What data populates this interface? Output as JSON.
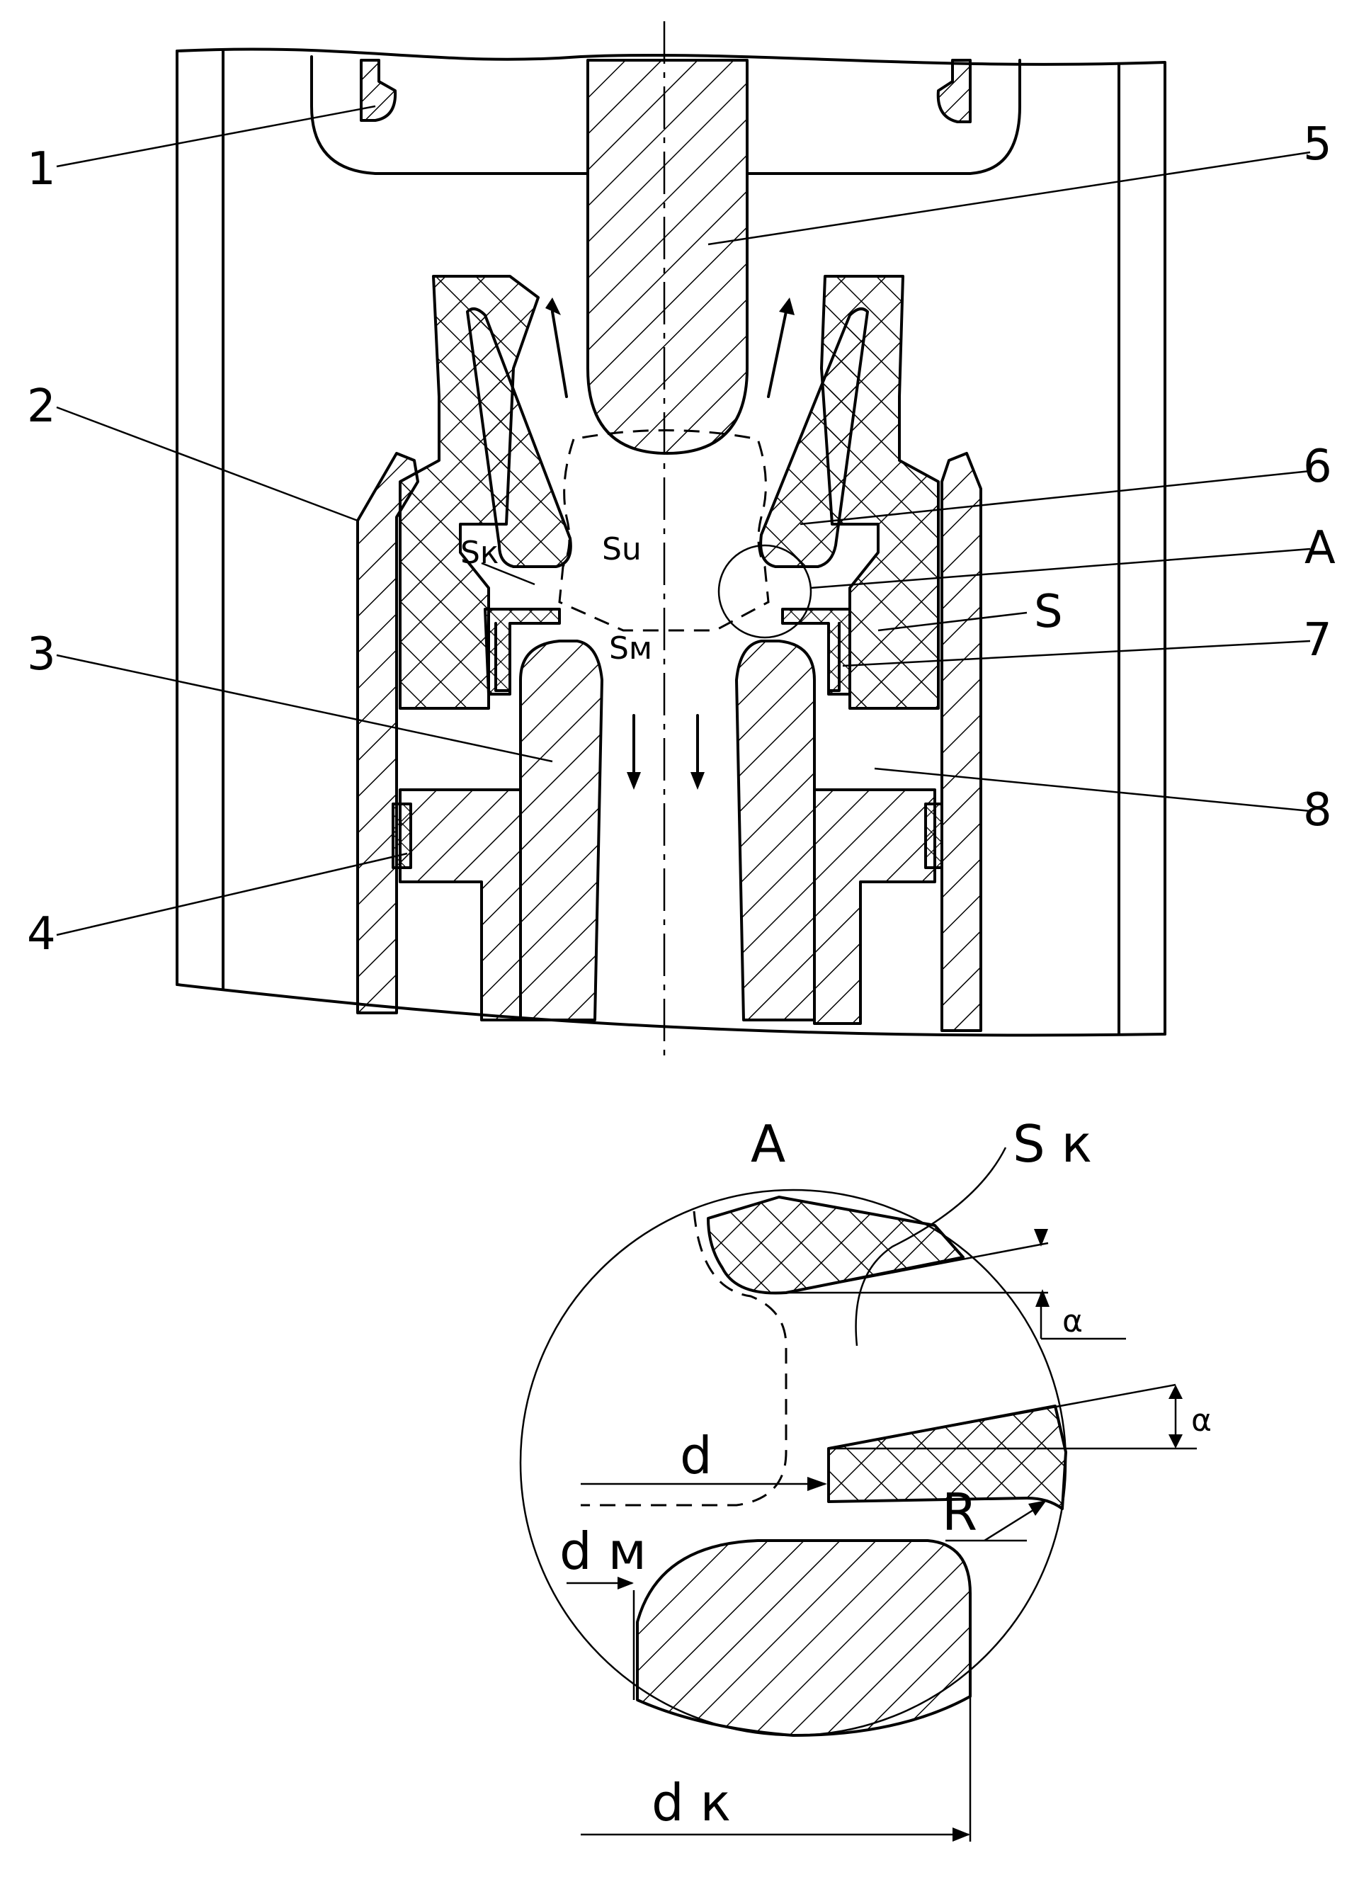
{
  "drawing": {
    "callouts": [
      "1",
      "2",
      "3",
      "4",
      "5",
      "6",
      "7",
      "8",
      "A",
      "S"
    ],
    "gap_labels": {
      "sk_main": "Sк",
      "su": "Su",
      "sm": "Sм"
    },
    "detail": {
      "title": "A",
      "sk": "S к",
      "alpha_top": "α",
      "alpha_bottom": "α",
      "d": "d",
      "r": "R",
      "dm": "d м",
      "dk": "d к"
    }
  }
}
